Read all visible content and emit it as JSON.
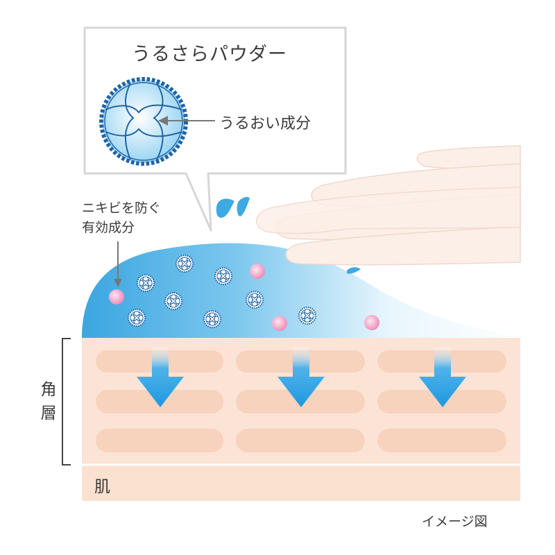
{
  "labels": {
    "title": "うるさらパウダー",
    "moisture": "うるおい成分",
    "acne_line1": "ニキビを防ぐ",
    "acne_line2": "有効成分",
    "stratum_char1": "角",
    "stratum_char2": "層",
    "skin": "肌",
    "image_note": "イメージ図"
  },
  "colors": {
    "callout_border": "#d6d6d6",
    "powder_blue": "#1f63a6",
    "water_blue": "#39a9e0",
    "arrow_blue": "#2f9fe0",
    "skin_base": "#fbe2d3",
    "skin_cell": "#f6cdb6",
    "hand": "#fbeee6",
    "pink_particle": "#f4a6c8"
  },
  "icons": [
    "powder-particle-icon",
    "arrow-down-icon",
    "bracket-icon"
  ]
}
